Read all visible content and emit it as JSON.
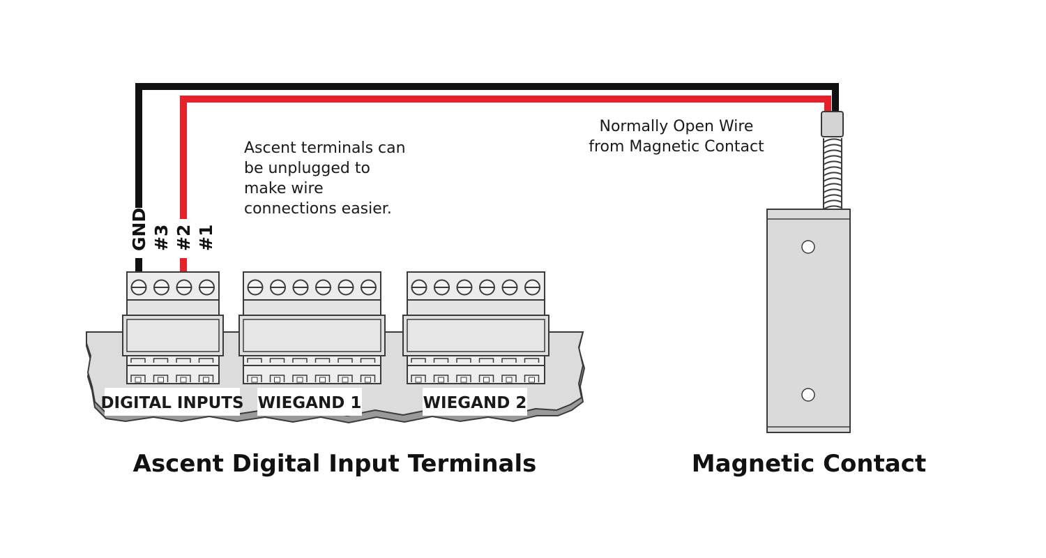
{
  "colors": {
    "wire_black": "#111111",
    "wire_red": "#e8202a",
    "board_fill": "#dcdcdc",
    "block_fill": "#e2e2e2",
    "outline": "#3a3a3a"
  },
  "wire_note": [
    "Normally Open Wire",
    "from Magnetic Contact"
  ],
  "unplug_note": [
    "Ascent terminals can",
    "be unplugged to",
    "make wire",
    "connections easier."
  ],
  "pins": {
    "gnd": "GND",
    "p3": "#3",
    "p2": "#2",
    "p1": "#1"
  },
  "blocks": {
    "digital_inputs": "DIGITAL INPUTS",
    "wiegand1": "WIEGAND 1",
    "wiegand2": "WIEGAND 2"
  },
  "captions": {
    "left": "Ascent Digital Input Terminals",
    "right": "Magnetic Contact"
  }
}
